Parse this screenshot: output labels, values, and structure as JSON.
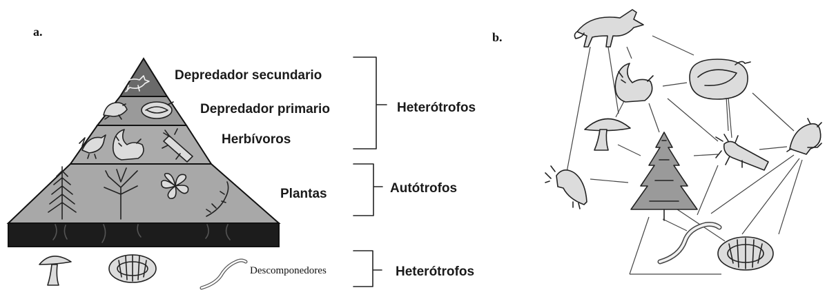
{
  "panel_a": {
    "letter": "a.",
    "levels": {
      "top": "Depredador secundario",
      "second": "Depredador primario",
      "third": "Herbívoros",
      "base": "Plantas"
    },
    "groups": {
      "upper": "Heterótrofos",
      "middle": "Autótrofos",
      "bottom": "Heterótrofos"
    },
    "decomposers": "Descomponedores"
  },
  "panel_b": {
    "letter": "b.",
    "organisms": [
      "fox",
      "squirrel",
      "snake",
      "mushroom",
      "frog",
      "tree",
      "insect",
      "bird",
      "worm",
      "pillbug"
    ]
  }
}
